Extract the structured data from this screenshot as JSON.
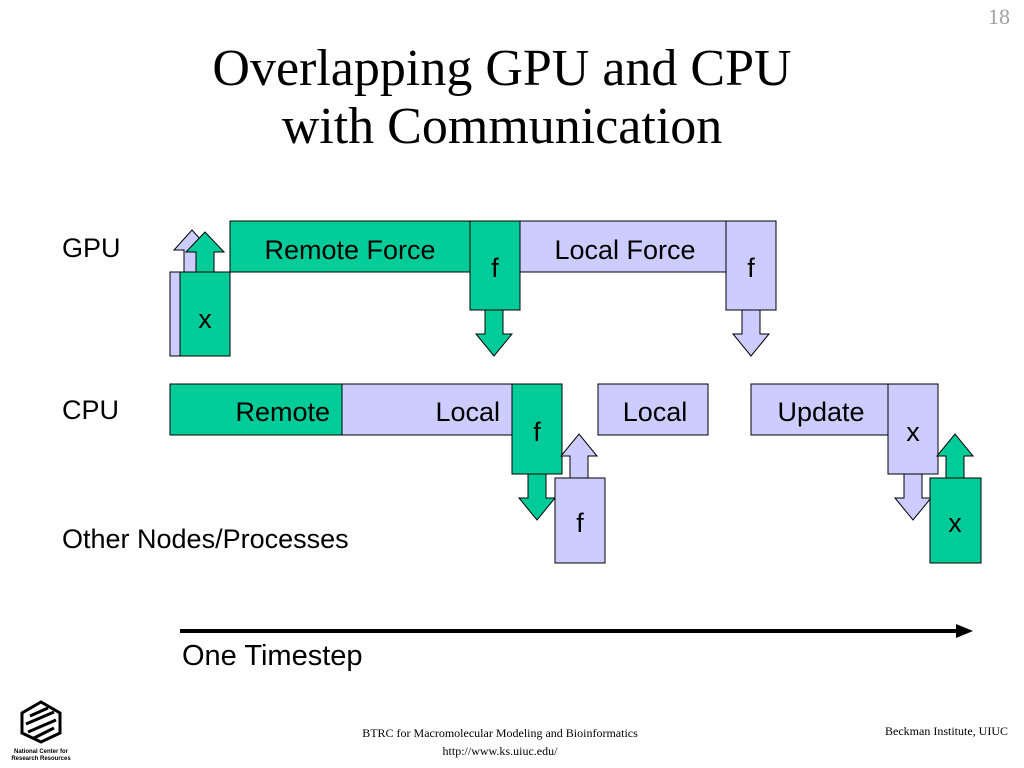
{
  "slide": {
    "number": "18",
    "title_line1": "Overlapping GPU and CPU",
    "title_line2": "with Communication"
  },
  "rows": {
    "gpu": "GPU",
    "cpu": "CPU",
    "other": "Other Nodes/Processes"
  },
  "blocks": {
    "gpu_remote_force": "Remote Force",
    "gpu_local_force": "Local Force",
    "gpu_f1": "f",
    "gpu_f2": "f",
    "gpu_x": "x",
    "cpu_remote": "Remote",
    "cpu_local1": "Local",
    "cpu_f": "f",
    "cpu_local2": "Local",
    "cpu_update": "Update",
    "cpu_x": "x",
    "other_f": "f",
    "other_x": "x"
  },
  "timeline_label": "One Timestep",
  "footer": {
    "center_line1": "BTRC for Macromolecular Modeling and Bioinformatics",
    "center_line2": "http://www.ks.uiuc.edu/",
    "right": "Beckman Institute, UIUC",
    "logo_text_line1": "National Center for",
    "logo_text_line2": "Research Resources"
  },
  "colors": {
    "green": "#00cc99",
    "lavender": "#ccccff",
    "arrow": "#000000"
  }
}
